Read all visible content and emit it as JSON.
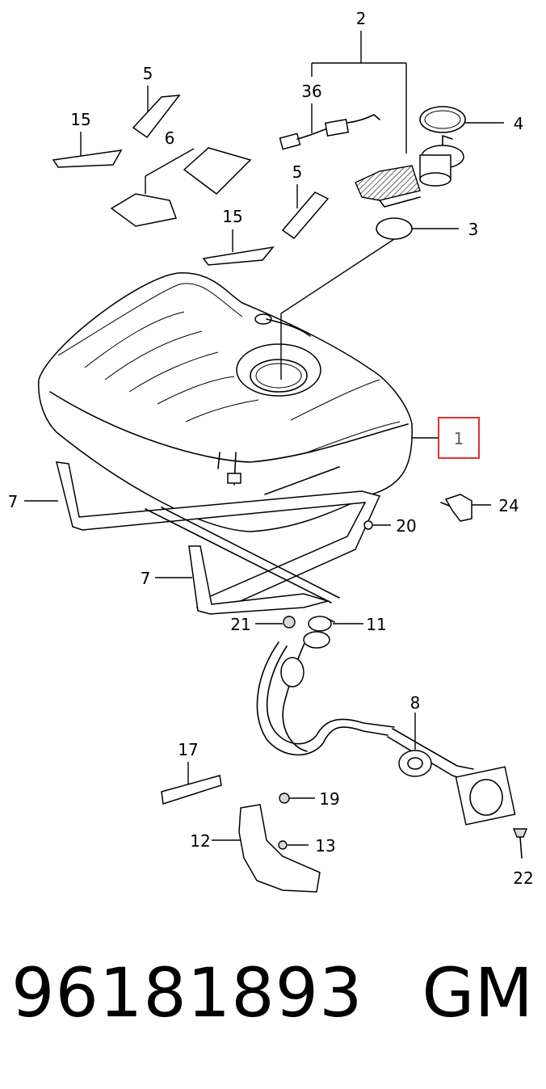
{
  "callouts": {
    "c2": "2",
    "c36": "36",
    "c5a": "5",
    "c15a": "15",
    "c4": "4",
    "c6": "6",
    "c5b": "5",
    "c3": "3",
    "c15b": "15",
    "c1": "1",
    "c7a": "7",
    "c24": "24",
    "c20": "20",
    "c7b": "7",
    "c21": "21",
    "c11": "11",
    "c8": "8",
    "c17": "17",
    "c19": "19",
    "c12": "12",
    "c13": "13",
    "c22": "22"
  },
  "highlight_color": "#e03030",
  "footer": {
    "part_number": "96181893",
    "brand": "GM"
  }
}
